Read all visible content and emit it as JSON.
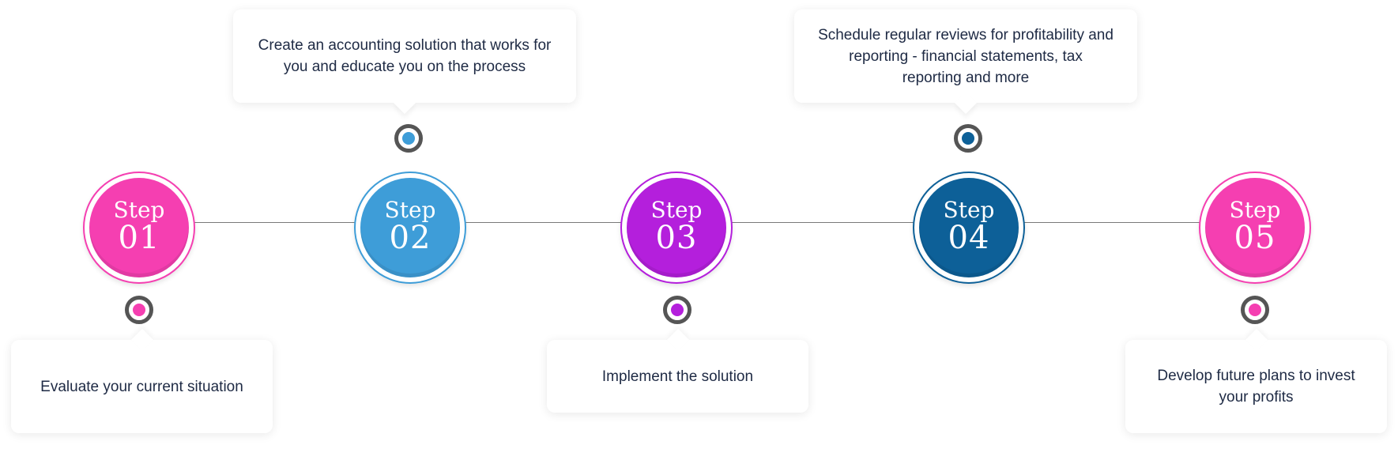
{
  "colors": {
    "pink": "#f53fb1",
    "sky": "#3e9dd8",
    "purple": "#b41fdc",
    "navy": "#0d6098",
    "dot_ring": "#555555",
    "text": "#1e2a44",
    "line": "#7a7a7a"
  },
  "steps": [
    {
      "word": "Step",
      "number": "01",
      "color": "#f53fb1"
    },
    {
      "word": "Step",
      "number": "02",
      "color": "#3e9dd8"
    },
    {
      "word": "Step",
      "number": "03",
      "color": "#b41fdc"
    },
    {
      "word": "Step",
      "number": "04",
      "color": "#0d6098"
    },
    {
      "word": "Step",
      "number": "05",
      "color": "#f53fb1"
    }
  ],
  "descriptions": [
    {
      "text": "Evaluate your current situation",
      "position": "below"
    },
    {
      "text": "Create an accounting solution that works for you and educate you on the process",
      "position": "above"
    },
    {
      "text": "Implement the solution",
      "position": "below"
    },
    {
      "text": "Schedule regular reviews for profitability and reporting - financial statements, tax reporting and more",
      "position": "above"
    },
    {
      "text": "Develop future plans to invest your profits",
      "position": "below"
    }
  ]
}
